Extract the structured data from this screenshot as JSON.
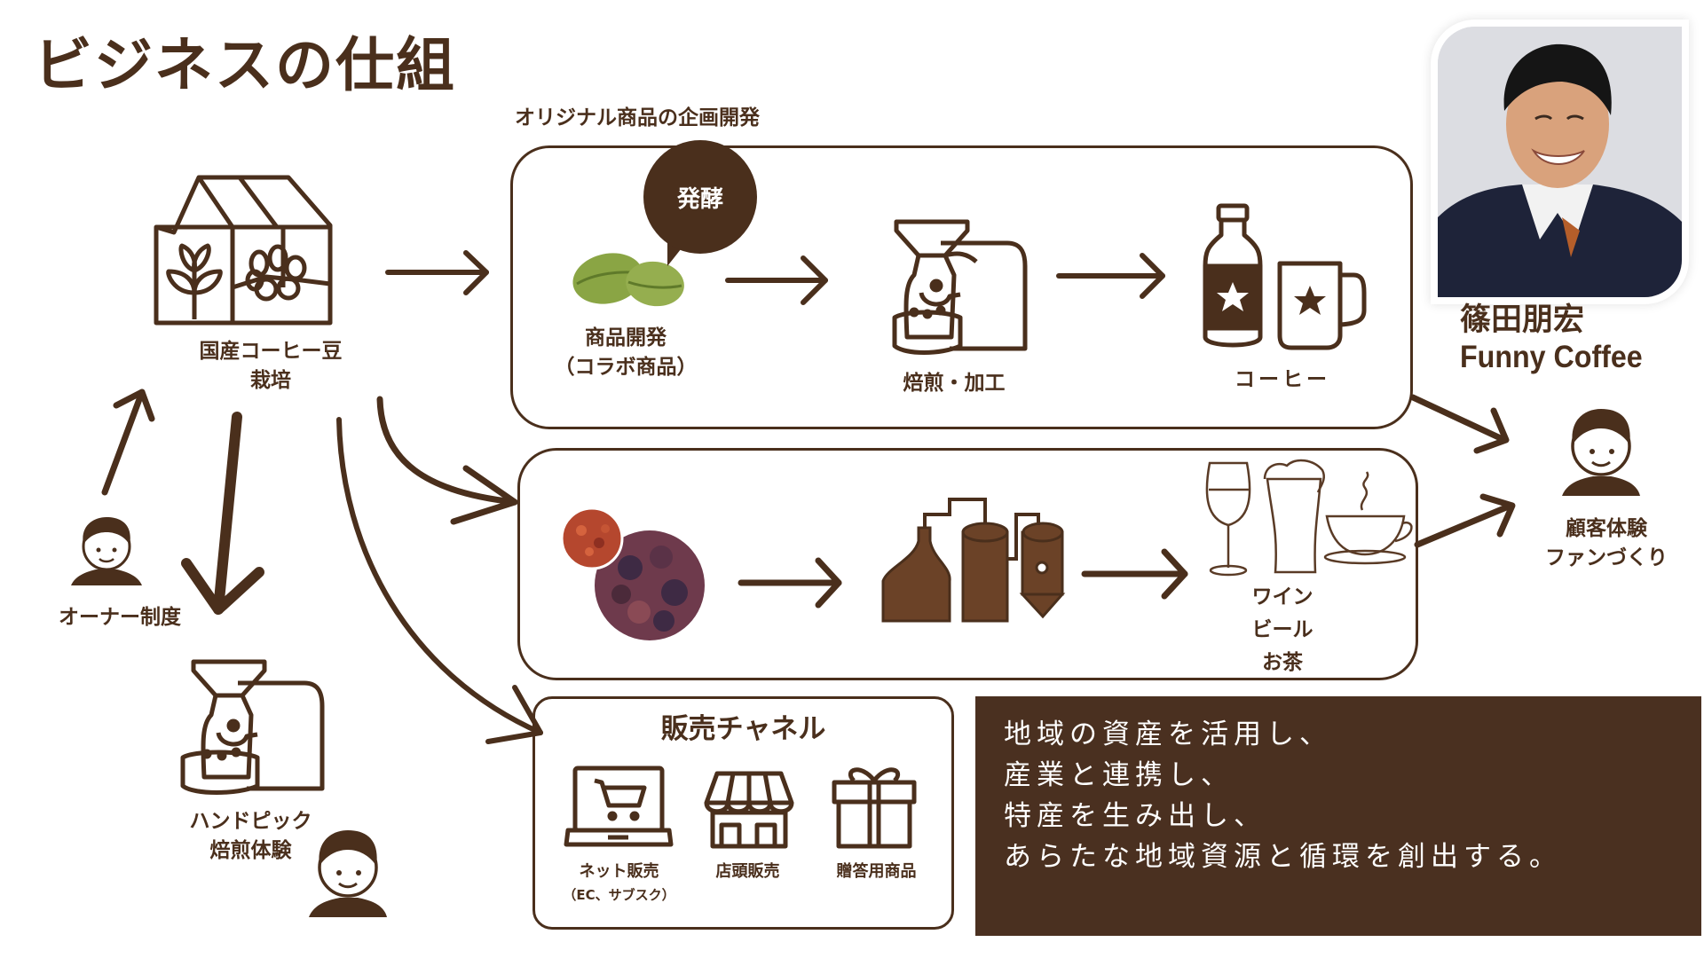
{
  "title": "ビジネスの仕組",
  "section_label": "オリジナル商品の企画開発",
  "nodes": {
    "cultivation": {
      "icon": "greenhouse-icon",
      "label_lines": [
        "国産コーヒー豆",
        "栽培"
      ]
    },
    "owner": {
      "icon": "person-icon",
      "label": "オーナー制度"
    },
    "handpick": {
      "icon": "roaster-icon",
      "label_lines": [
        "ハンドピック",
        "焙煎体験"
      ]
    },
    "customer": {
      "icon": "person-icon",
      "label_lines": [
        "顧客体験",
        "ファンづくり"
      ]
    }
  },
  "coffee_flow": {
    "bubble": "発酵",
    "steps": [
      {
        "icon": "green-coffee-beans",
        "label_lines": [
          "商品開発",
          "（コラボ商品）"
        ]
      },
      {
        "icon": "roaster-icon",
        "label": "焙煎・加工"
      },
      {
        "icon": "bottle-and-mug-icon",
        "label": "コーヒー"
      }
    ]
  },
  "beverage_flow": {
    "steps": [
      {
        "icon": "coffee-cherry-photo"
      },
      {
        "icon": "brewery-distillery-icon"
      },
      {
        "icon": "wine-beer-tea-icon",
        "label_lines": [
          "ワイン",
          "ビール",
          "お茶"
        ]
      }
    ]
  },
  "sales_channel": {
    "title": "販売チャネル",
    "items": [
      {
        "icon": "laptop-cart-icon",
        "label": "ネット販売",
        "sub": "（EC、サブスク）"
      },
      {
        "icon": "storefront-icon",
        "label": "店頭販売"
      },
      {
        "icon": "gift-icon",
        "label": "贈答用商品"
      }
    ]
  },
  "mission_lines": [
    "地域の資産を活用し、",
    "産業と連携し、",
    "特産を生み出し、",
    "あらたな地域資源と循環を創出する。"
  ],
  "profile": {
    "name": "篠田朋宏",
    "brand": "Funny Coffee"
  },
  "colors": {
    "brand_brown": "#4a2f1c",
    "mission_bg": "#4a3020",
    "bean_green": "#8aa544"
  }
}
